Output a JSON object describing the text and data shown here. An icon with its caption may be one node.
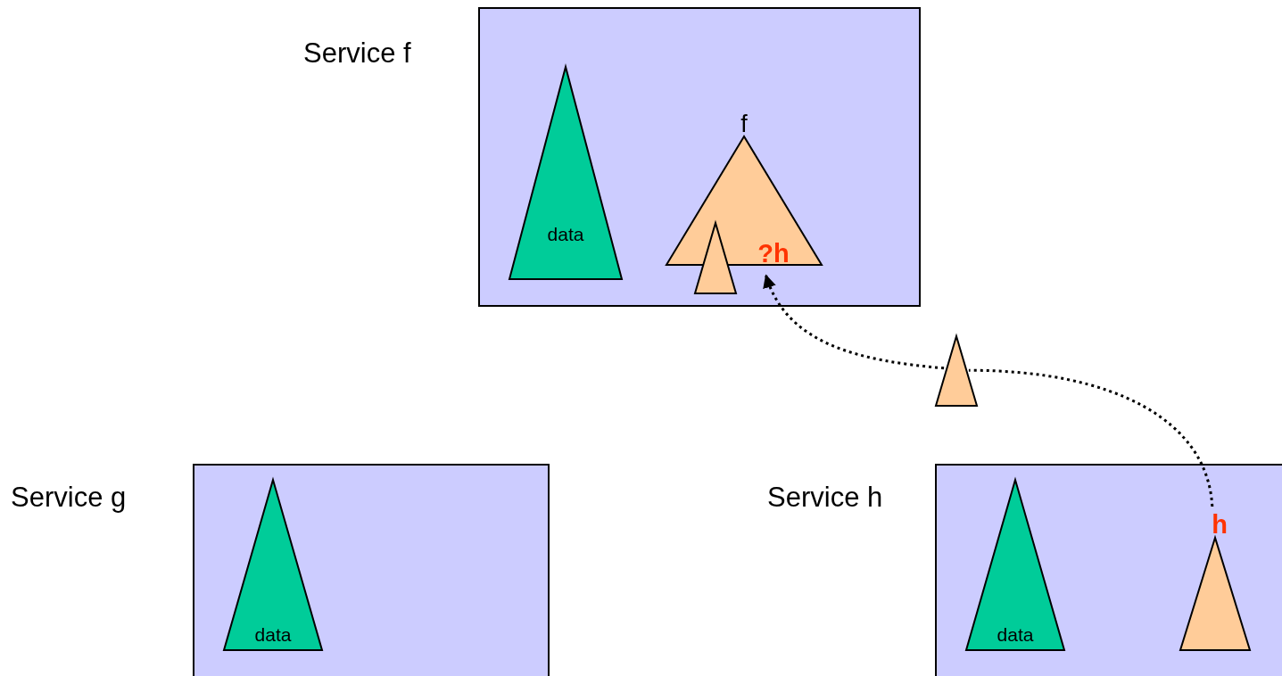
{
  "diagram": {
    "nodes": [
      {
        "text": [
          "Service f"
        ]
      },
      {
        "text": [
          "data"
        ],
        "in": 0
      },
      {
        "text": [
          "f",
          "?h"
        ],
        "in": 0
      },
      {
        "text": [],
        "shape": "triangle",
        "in": 0
      },
      {
        "text": [],
        "shape": "triangle"
      },
      {
        "text": [
          "Service g"
        ]
      },
      {
        "text": [
          "data"
        ],
        "in": 5
      },
      {
        "text": [
          "Service h"
        ]
      },
      {
        "text": [
          "data"
        ],
        "in": 7
      },
      {
        "text": [
          "h"
        ],
        "in": 7
      }
    ],
    "edges": [
      {
        "from": 9,
        "to": 4,
        "arrow": "none",
        "style": "dashed"
      },
      {
        "from": 4,
        "to": 2,
        "arrow": "to",
        "style": "dashed"
      }
    ]
  }
}
